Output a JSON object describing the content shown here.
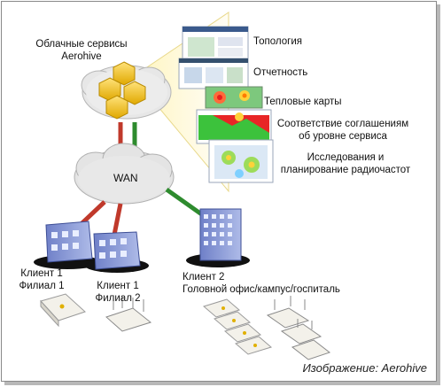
{
  "cloud": {
    "line1": "Облачные сервисы",
    "line2": "Aerohive"
  },
  "wan": "WAN",
  "services": [
    "Топология",
    "Отчетность",
    "Тепловые карты",
    "Соответствие соглашениям",
    "об уровне сервиса",
    "Исследования и",
    "планирование радиочастот"
  ],
  "clients": {
    "branch1": {
      "line1": "Клиент 1",
      "line2": "Филиал 1"
    },
    "branch2": {
      "line1": "Клиент 1",
      "line2": "Филиал 2"
    },
    "hq": {
      "line1": "Клиент 2",
      "line2": "Головной офис/кампус/госпиталь"
    }
  },
  "credit": "Изображение: Aerohive",
  "colors": {
    "red_link": "#c0392b",
    "green_link": "#2e8b2e",
    "cloud": "#e6e6e6",
    "building": "#7b8fd0",
    "hive": "#f4c20d"
  }
}
